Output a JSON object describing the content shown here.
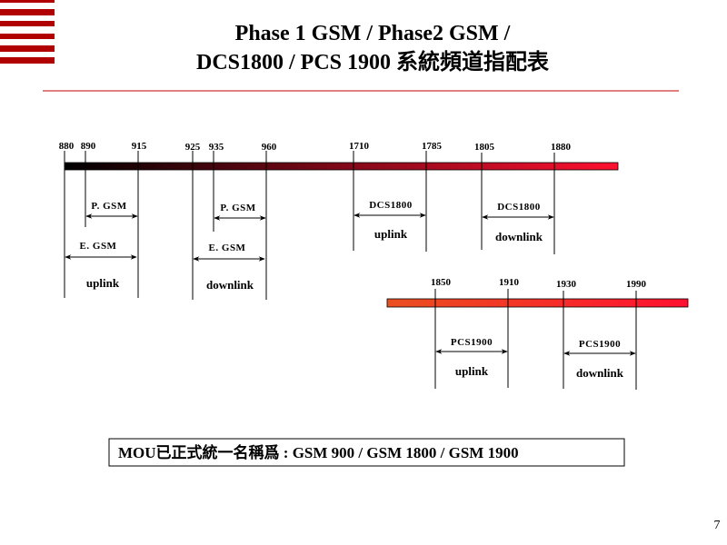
{
  "title": {
    "line1": "Phase 1 GSM / Phase2 GSM /",
    "line2": "DCS1800 / PCS 1900 系統頻道指配表"
  },
  "band_gsm": {
    "ticks": [
      "880",
      "890",
      "915",
      "925",
      "935",
      "960",
      "1710",
      "1785",
      "1805",
      "1880"
    ],
    "p_gsm_up": "P. GSM",
    "e_gsm_up": "E. GSM",
    "gsm_uplink": "uplink",
    "p_gsm_down": "P. GSM",
    "e_gsm_down": "E. GSM",
    "gsm_downlink": "downlink",
    "dcs_up": "DCS1800",
    "dcs_uplink": "uplink",
    "dcs_down": "DCS1800",
    "dcs_downlink": "downlink"
  },
  "band_pcs": {
    "ticks": [
      "1850",
      "1910",
      "1930",
      "1990"
    ],
    "pcs_up": "PCS1900",
    "pcs_uplink": "uplink",
    "pcs_down": "PCS1900",
    "pcs_downlink": "downlink"
  },
  "note": "MOU已正式統一名稱爲 : GSM 900 / GSM 1800 / GSM 1900",
  "page_number": "7",
  "colors": {
    "accent": "#c00000",
    "bar1_start": "#000000",
    "bar1_end": "#ff1030",
    "bar2_start": "#ea5020",
    "bar2_end": "#ff1030"
  }
}
